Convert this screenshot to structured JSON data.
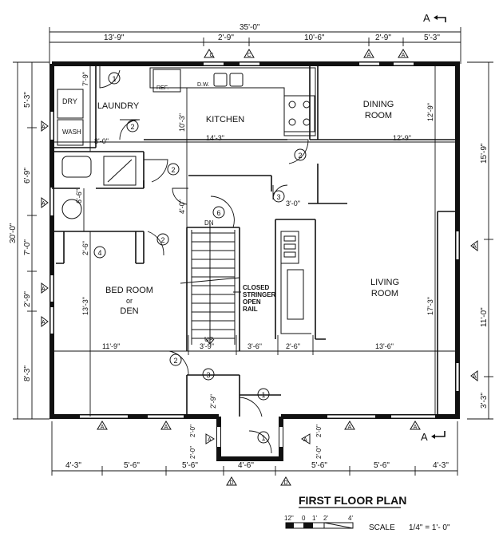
{
  "rooms": {
    "laundry": "LAUNDRY",
    "dry": "DRY",
    "wash": "WASH",
    "kitchen": "KITCHEN",
    "ref": "REF.",
    "dw": "D.W.",
    "dining_1": "DINING",
    "dining_2": "ROOM",
    "living_1": "LIVING",
    "living_2": "ROOM",
    "bed_1": "BED ROOM",
    "bed_2": "or",
    "bed_3": "DEN",
    "stair_note_1": "CLOSED",
    "stair_note_2": "STRINGER",
    "stair_note_3": "OPEN",
    "stair_note_4": "RAIL",
    "dn": "DN",
    "up": "UP"
  },
  "dims": {
    "overall_top": "35'-0\"",
    "top_1": "13'-9\"",
    "top_2": "2'-9\"",
    "top_3": "10'-6\"",
    "top_4": "2'-9\"",
    "top_5": "5'-3\"",
    "left_overall": "30'-0\"",
    "left_1": "5'-3\"",
    "left_2": "6'-9\"",
    "left_3": "7'-0\"",
    "left_4": "2'-9\"",
    "left_5": "8'-3\"",
    "right_1": "15'-9\"",
    "right_2": "11'-0\"",
    "right_3": "3'-3\"",
    "laundry_v": "7'-9\"",
    "laundry_h": "8'-0\"",
    "kitchen_v": "10'-3\"",
    "kitchen_h": "14'-3\"",
    "dining_h": "12'-9\"",
    "dining_v": "12'-9\"",
    "bath_v": "6'-6\"",
    "hall_v": "4'-0\"",
    "closet_w": "3'-0\"",
    "bed_v_small": "2'-6\"",
    "bed_v": "13'-3\"",
    "living_v": "17'-3\"",
    "mid_1": "11'-9\"",
    "mid_2": "3'-9\"",
    "mid_3": "3'-6\"",
    "mid_4": "2'-6\"",
    "mid_5": "13'-6\"",
    "closet_small": "2'-9\"",
    "vest_1": "2'-0\"",
    "vest_2": "2'-0\"",
    "vest_3": "2'-0\"",
    "vest_4": "2'-0\"",
    "bot_1": "4'-3\"",
    "bot_2": "5'-6\"",
    "bot_3": "5'-6\"",
    "bot_4": "4'-6\"",
    "bot_5": "5'-6\"",
    "bot_6": "5'-6\"",
    "bot_7": "4'-3\""
  },
  "tags": {
    "one": "1",
    "two": "2",
    "three": "3",
    "four": "4",
    "six": "6",
    "A": "A",
    "C": "C",
    "D": "D"
  },
  "title": "FIRST FLOOR PLAN",
  "scale": {
    "label": "SCALE",
    "value": "1/4\" = 1'- 0\"",
    "ticks": [
      "12\"",
      "0",
      "1'",
      "2'",
      "4'"
    ]
  }
}
